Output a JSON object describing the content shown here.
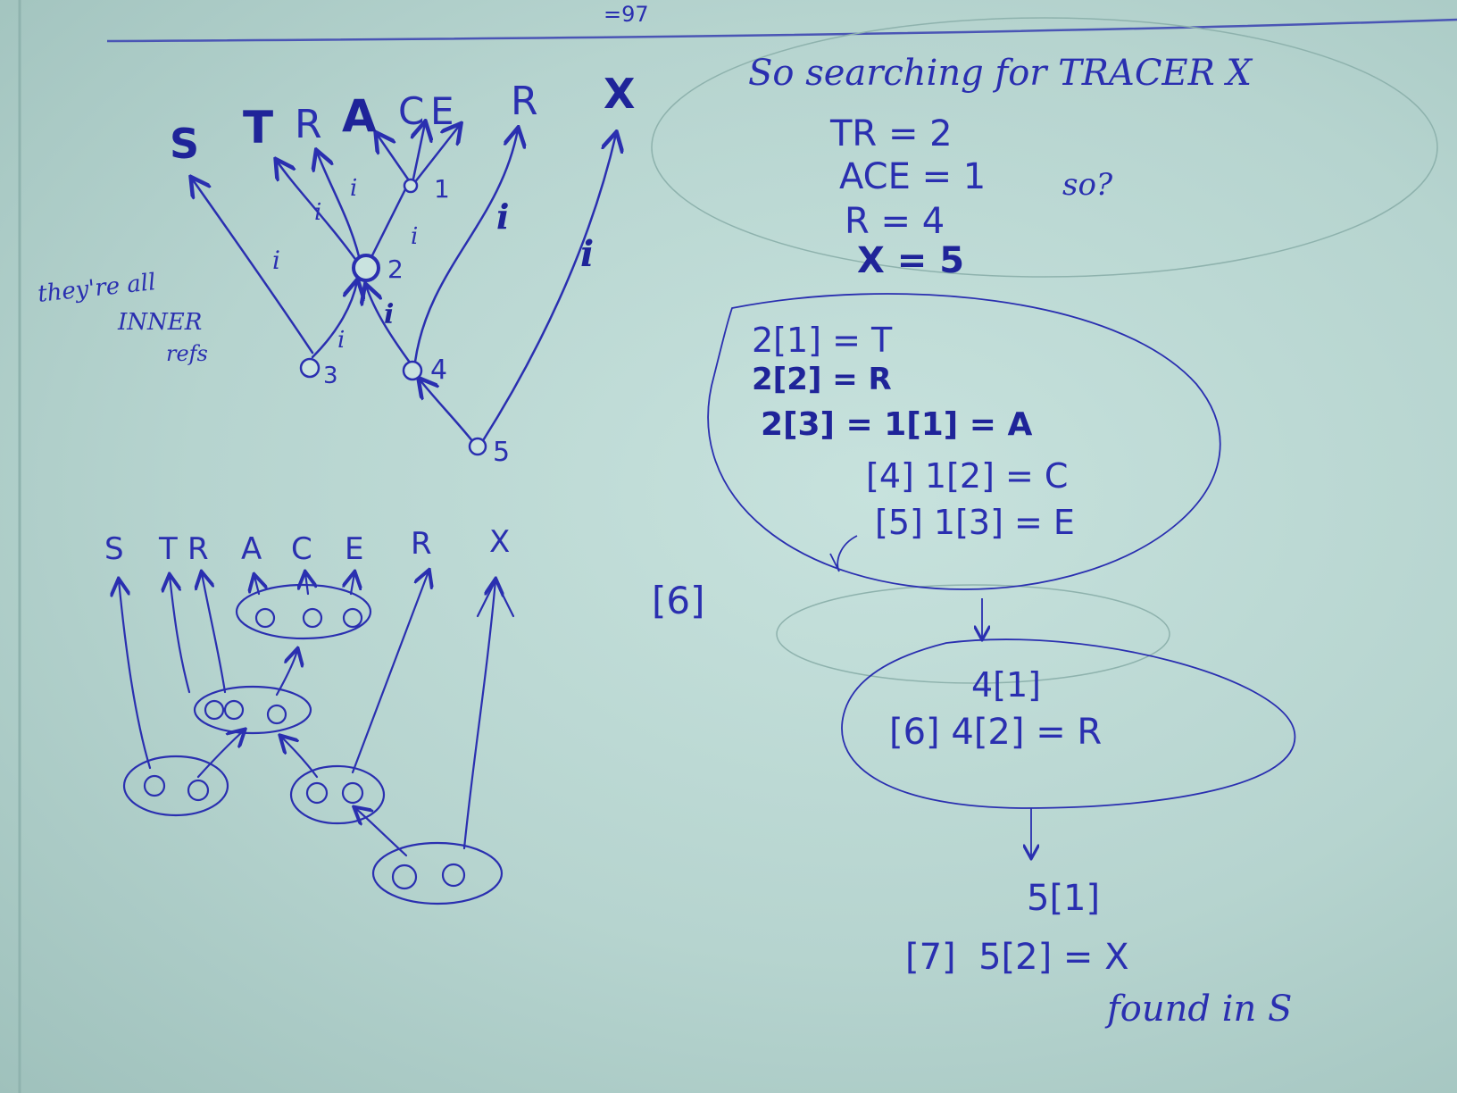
{
  "page": {
    "header_fragment": "=97"
  },
  "top_diagram": {
    "letters": [
      "S",
      "T",
      "R",
      "A",
      "C",
      "E",
      "R",
      "X"
    ],
    "edge_label": "i",
    "node_labels": [
      "1",
      "2",
      "3",
      "4",
      "5"
    ],
    "side_note": [
      "they're all",
      "INNER",
      "refs"
    ]
  },
  "bottom_diagram": {
    "letters": [
      "S",
      "T",
      "R",
      "A",
      "C",
      "E",
      "R",
      "X"
    ]
  },
  "notes": {
    "heading": "So searching for TRACER X",
    "assignments": [
      "TR = 2",
      "ACE = 1",
      "R = 4",
      "X = 5"
    ],
    "question": "so?",
    "block1": [
      "2[1] = T",
      "2[2] = R",
      "2[3] = 1[1] = A",
      "[4] 1[2] = C",
      "[5] 1[3] = E"
    ],
    "step6": "[6]",
    "block2": [
      "4[1]",
      "[6] 4[2] = R"
    ],
    "block3": [
      "5[1]",
      "[7]  5[2] = X"
    ],
    "result": "found in S"
  }
}
